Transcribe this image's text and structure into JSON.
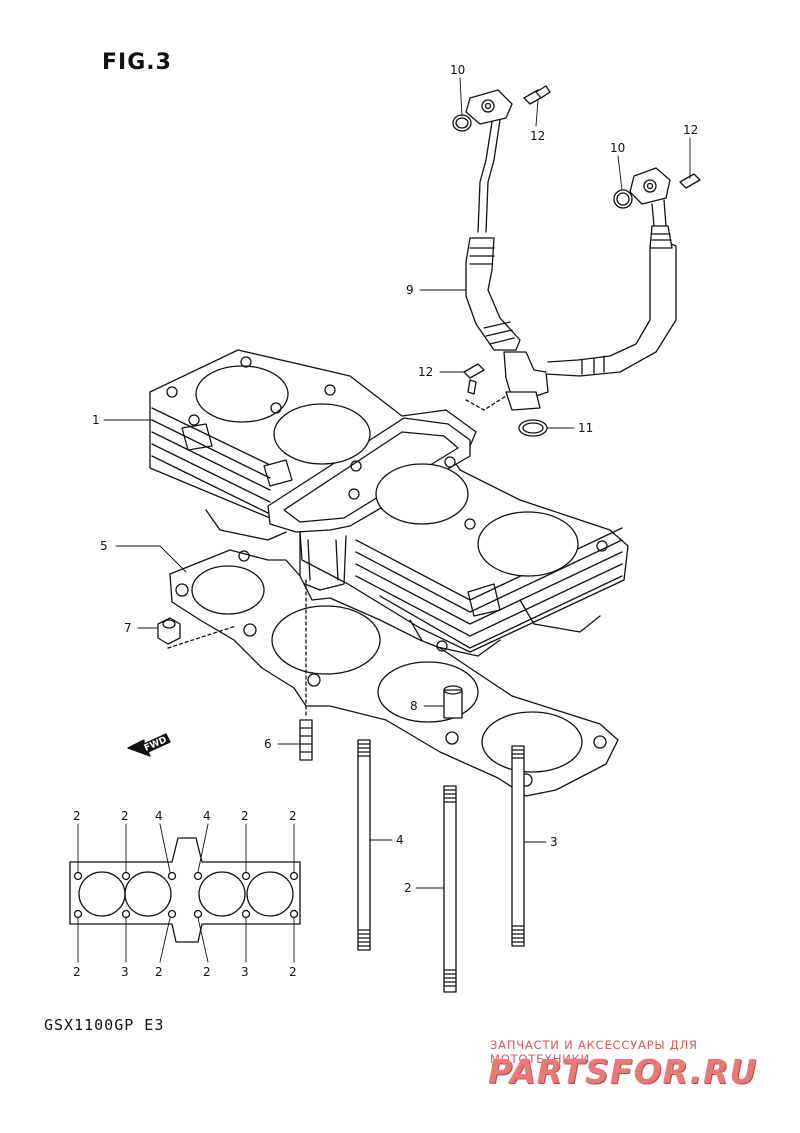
{
  "figure": {
    "title": "FIG.3",
    "model_code": "GSX1100GP  E3"
  },
  "watermark": {
    "subtitle": "ЗАПЧАСТИ И АКСЕССУАРЫ ДЛЯ МОТОТЕХНИКИ",
    "logo_text": "PARTSFOR.RU",
    "color": "#e77979"
  },
  "direction_arrow": {
    "label": "FWD"
  },
  "callouts": {
    "c1": "1",
    "c2": "2",
    "c3": "3",
    "c4": "4",
    "c5": "5",
    "c6": "6",
    "c7": "7",
    "c8": "8",
    "c9": "9",
    "c10a": "10",
    "c10b": "10",
    "c11": "11",
    "c12a": "12",
    "c12b": "12",
    "c12c": "12"
  },
  "tightening_sequence": {
    "top": [
      "2",
      "2",
      "4",
      "4",
      "2",
      "2"
    ],
    "bottom": [
      "2",
      "3",
      "2",
      "2",
      "3",
      "2"
    ]
  }
}
